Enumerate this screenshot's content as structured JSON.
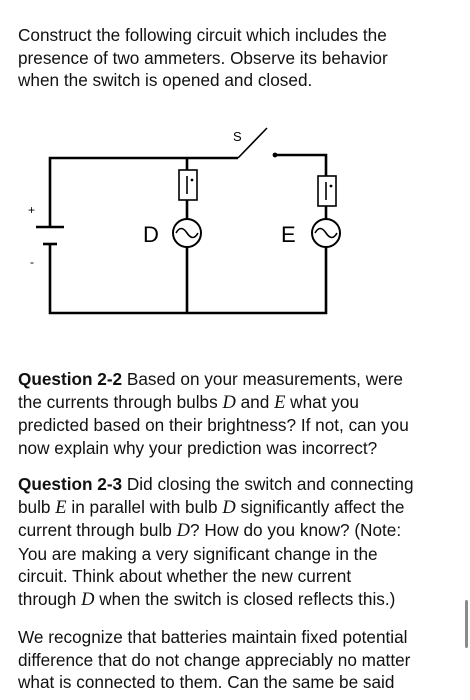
{
  "intro": {
    "line1": "Construct the following circuit which includes the",
    "line2": "presence of two ammeters.  Observe its behavior",
    "line3": "when the switch is opened and closed."
  },
  "circuit": {
    "switch_label": "S",
    "bulb_d_label": "D",
    "bulb_e_label": "E",
    "plus_sign": "+",
    "minus_sign": "-"
  },
  "q22": {
    "label": "Question 2-2",
    "l1_rest": " Based on your measurements, were",
    "l2_a": "the currents through bulbs ",
    "l2_var1": "D",
    "l2_b": " and ",
    "l2_var2": "E",
    "l2_c": " what you",
    "l3": "predicted based on their brightness?  If not, can you",
    "l4": "now explain why your prediction was incorrect?"
  },
  "q23": {
    "label": "Question 2-3",
    "l1_rest": " Did closing the switch and connecting",
    "l2_a": "bulb ",
    "l2_var1": "E",
    "l2_b": " in parallel with bulb ",
    "l2_var2": "D",
    "l2_c": " significantly affect the",
    "l3_a": "current through bulb ",
    "l3_var": "D",
    "l3_b": "?  How do you know? (Note:",
    "l4": "You are making a very significant change in the",
    "l5": "circuit.  Think about whether the new current",
    "l6_a": "through ",
    "l6_var": "D",
    "l6_b": " when the switch is closed reflects this.)"
  },
  "para3": {
    "l1": "We recognize that batteries maintain fixed potential",
    "l2": "difference that do not change appreciably no matter",
    "l3": "what is connected to them.  Can the same be said"
  }
}
